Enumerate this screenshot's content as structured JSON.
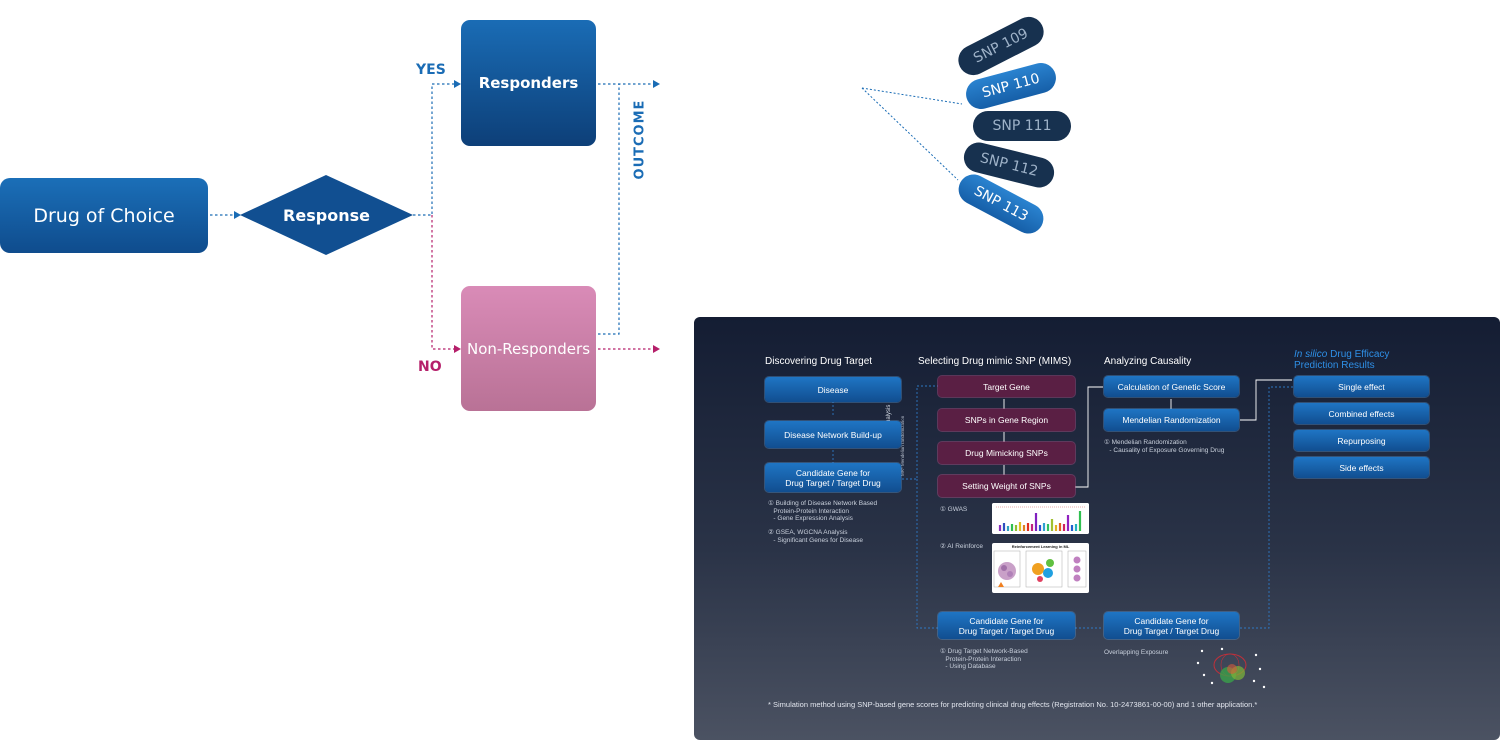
{
  "flow": {
    "drug": "Drug of Choice",
    "response": "Response",
    "responders": "Responders",
    "non_responders": "Non-Responders",
    "yes": "YES",
    "no": "NO",
    "outcome": "OUTCOME"
  },
  "snps": [
    "SNP 109",
    "SNP 110",
    "SNP 111",
    "SNP 112",
    "SNP 113"
  ],
  "panel": {
    "col1_title": "Discovering Drug Target",
    "col2_title": "Selecting Drug mimic SNP (MIMS)",
    "col3_title": "Analyzing Causality",
    "col4_title_italic": "In silico",
    "col4_title_rest": " Drug Efficacy",
    "col4_title_line2": "Prediction Results",
    "disease": "Disease",
    "disease_network": "Disease Network Build-up",
    "candidate_1": "Candidate Gene for\nDrug Target / Target Drug",
    "target_gene": "Target Gene",
    "snps_region": "SNPs in Gene Region",
    "drug_mimicking": "Drug Mimicking SNPs",
    "setting_weight": "Setting Weight of SNPs",
    "genetic_score": "Calculation of Genetic Score",
    "mendelian": "Mendelian Randomization",
    "results": [
      "Single effect",
      "Combined effects",
      "Repurposing",
      "Side effects"
    ],
    "mr_analysis": "MR* Analysis",
    "mr_note": "MR* Mendelian randomization",
    "note1": "① Building of Disease Network Based\n   Protein-Protein Interaction\n   - Gene Expression Analysis",
    "note2": "② GSEA, WGCNA Analysis\n   - Significant Genes for Disease",
    "note_gwas": "① GWAS",
    "note_ai": "② AI Reinforce",
    "rl_title": "Reinforcement Learning in ML",
    "note_mr": "① Mendelian Randomization\n   - Causality of Exposure Governing Drug",
    "candidate_2": "Candidate Gene for\nDrug Target / Target Drug",
    "candidate_3": "Candidate Gene for\nDrug Target / Target Drug",
    "note_db": "① Drug Target Network-Based\n   Protein-Protein Interaction\n   - Using Database",
    "overlap": "Overlapping Exposure",
    "footnote": "* Simulation method using SNP-based gene scores for predicting clinical drug effects (Registration No. 10-2473861-00-00) and 1 other application.*"
  },
  "colors": {
    "flow_blue": "#1a6cb5",
    "flow_pink": "#d98bb7",
    "no_line": "#b51f6a",
    "panel_bg": "#1a2338",
    "mims_box": "#5a1f44"
  }
}
